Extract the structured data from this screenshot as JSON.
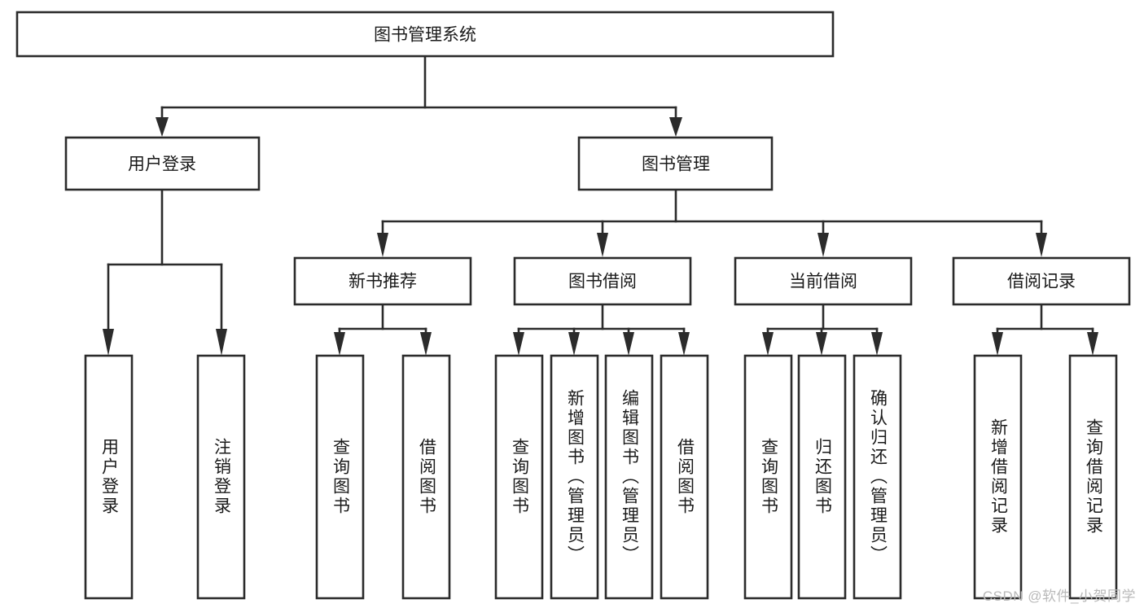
{
  "diagram": {
    "title": "图书管理系统",
    "type": "hierarchy-tree",
    "orientation": "top-down",
    "levels": 4,
    "colors": {
      "box_stroke": "#2b2b2b",
      "box_fill": "#ffffff",
      "connector": "#2b2b2b",
      "text": "#1a1a1a",
      "background": "#ffffff",
      "watermark": "#b9b9b9"
    },
    "nodes": {
      "root": {
        "label": "图书管理系统"
      },
      "level2": [
        {
          "id": "user-login",
          "label": "用户登录"
        },
        {
          "id": "book-management",
          "label": "图书管理"
        }
      ],
      "level3": [
        {
          "id": "new-book-recommend",
          "label": "新书推荐"
        },
        {
          "id": "book-borrow",
          "label": "图书借阅"
        },
        {
          "id": "current-borrow",
          "label": "当前借阅"
        },
        {
          "id": "borrow-record",
          "label": "借阅记录"
        }
      ],
      "leaves": {
        "user-login": [
          {
            "id": "leaf-user-login",
            "label": "用户登录"
          },
          {
            "id": "leaf-user-logout",
            "label": "注销登录"
          }
        ],
        "new-book-recommend": [
          {
            "id": "leaf-query-book-1",
            "label": "查询图书"
          },
          {
            "id": "leaf-borrow-book-1",
            "label": "借阅图书"
          }
        ],
        "book-borrow": [
          {
            "id": "leaf-query-book-2",
            "label": "查询图书"
          },
          {
            "id": "leaf-add-book",
            "label": "新增图书（管理员）"
          },
          {
            "id": "leaf-edit-book",
            "label": "编辑图书（管理员）"
          },
          {
            "id": "leaf-borrow-book-2",
            "label": "借阅图书"
          }
        ],
        "current-borrow": [
          {
            "id": "leaf-query-book-3",
            "label": "查询图书"
          },
          {
            "id": "leaf-return-book",
            "label": "归还图书"
          },
          {
            "id": "leaf-confirm-return",
            "label": "确认归还（管理员）"
          }
        ],
        "borrow-record": [
          {
            "id": "leaf-add-record",
            "label": "新增借阅记录"
          },
          {
            "id": "leaf-query-record",
            "label": "查询借阅记录"
          }
        ]
      }
    },
    "watermark": "CSDN @软件_小贺同学"
  }
}
